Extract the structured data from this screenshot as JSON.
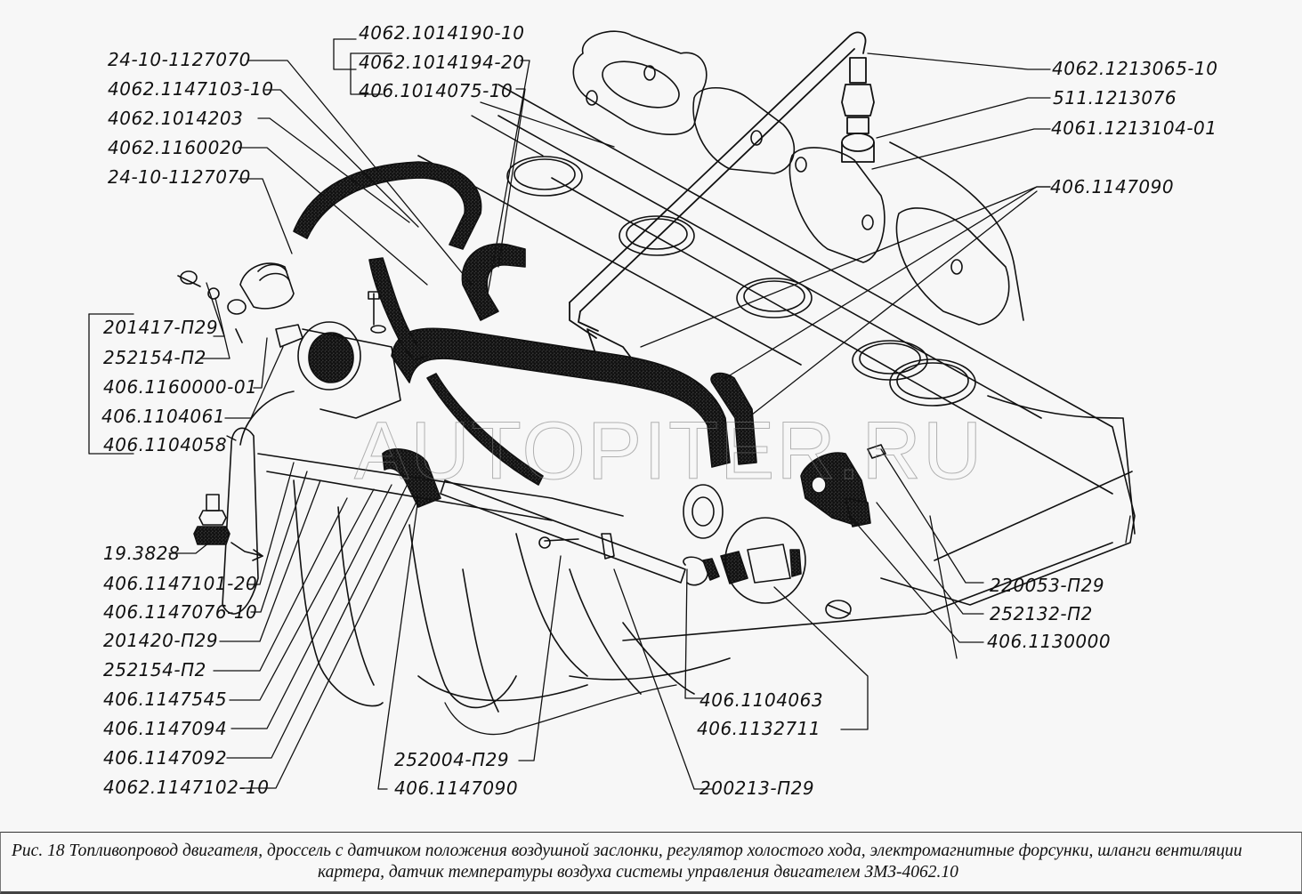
{
  "figure": {
    "caption_line1": "Рис. 18   Топливопровод двигателя, дроссель с датчиком положения воздушной заслонки, регулятор холостого хода, электромагнитные форсунки, шланги вентиляции",
    "caption_line2": "картера, датчик температуры воздуха системы управления двигателем ЗМЗ-4062.10",
    "watermark": "AUTOPITER.RU"
  },
  "labels": {
    "top_group": [
      "4062.1014190-10",
      "4062.1014194-20",
      "406.1014075-10"
    ],
    "left_top": [
      "24-10-1127070",
      "4062.1147103-10",
      "4062.1014203",
      "4062.1160020",
      "24-10-1127070"
    ],
    "left_mid": [
      "201417-П29",
      "252154-П2",
      "406.1160000-01",
      "406.1104061",
      "406.1104058"
    ],
    "left_sensor": "19.3828",
    "left_bottom": [
      "406.1147101-20",
      "406.1147076-10",
      "201420-П29",
      "252154-П2",
      "406.1147545",
      "406.1147094",
      "406.1147092",
      "4062.1147102-10"
    ],
    "bottom_center": [
      "252004-П29",
      "406.1147090",
      "200213-П29"
    ],
    "bottom_right": [
      "406.1104063",
      "406.1132711"
    ],
    "right_top": [
      "4062.1213065-10",
      "511.1213076",
      "4061.1213104-01",
      "406.1147090"
    ],
    "right_bottom": [
      "220053-П29",
      "252132-П2",
      "406.1130000"
    ]
  }
}
